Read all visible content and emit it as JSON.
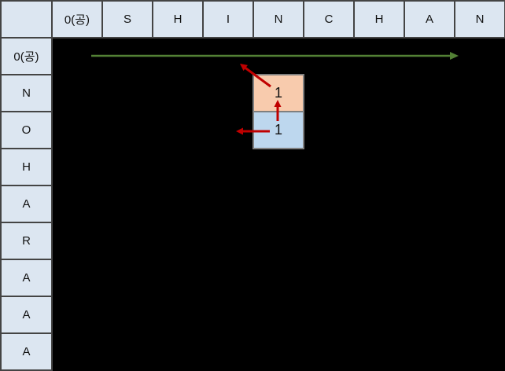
{
  "colors": {
    "background": "#000000",
    "header_fill": "#dce6f1",
    "grid_border": "#444444",
    "highlight_border": "#7f7f7f",
    "match_cell_fill": "#f8cbad",
    "carry_cell_fill": "#bdd7ee",
    "green_arrow": "#538135",
    "red_arrow": "#c00000",
    "text": "#111111"
  },
  "table": {
    "corner_label": "",
    "col_headers": [
      "0(공)",
      "S",
      "H",
      "I",
      "N",
      "C",
      "H",
      "A",
      "N"
    ],
    "row_headers": [
      "0(공)",
      "N",
      "O",
      "H",
      "A",
      "R",
      "A",
      "A",
      "A"
    ],
    "highlighted_cells": [
      {
        "row_index": 1,
        "row_label": "N",
        "col_index": 4,
        "col_label": "N",
        "value": "1",
        "fill": "#f8cbad",
        "name": "match-cell"
      },
      {
        "row_index": 2,
        "row_label": "O",
        "col_index": 4,
        "col_label": "N",
        "value": "1",
        "fill": "#bdd7ee",
        "name": "carry-cell"
      }
    ]
  },
  "arrows": {
    "green_fill_direction": {
      "color": "#538135"
    },
    "red_diagonal_source": {
      "color": "#c00000"
    },
    "red_up_source": {
      "color": "#c00000"
    },
    "red_left_source": {
      "color": "#c00000"
    }
  }
}
